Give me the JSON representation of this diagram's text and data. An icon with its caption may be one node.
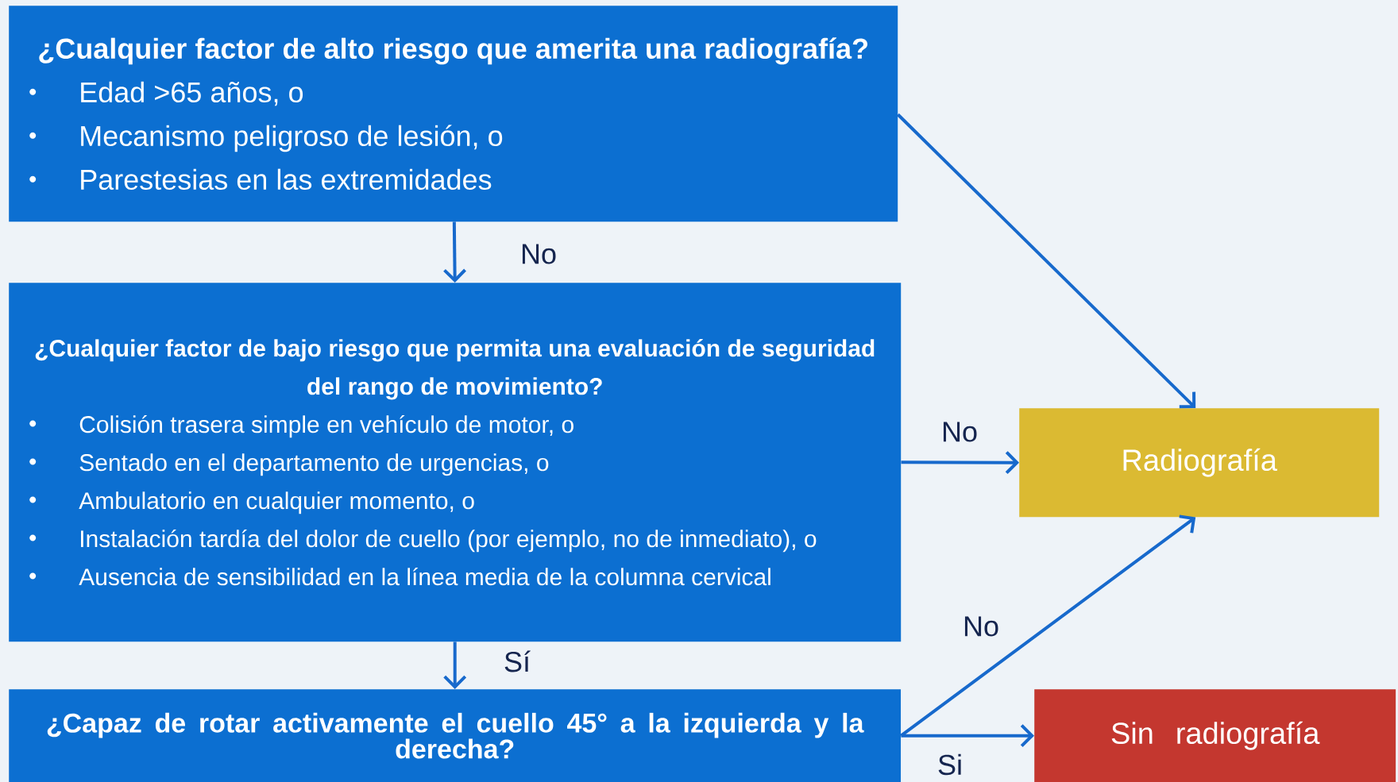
{
  "diagram": {
    "nodes": [
      {
        "text": [
          "¿Cualquier factor de alto riesgo que amerita una radiografía?",
          "Edad >65 años, o",
          "Mecanismo peligroso de lesión, o",
          "Parestesias en las extremidades"
        ]
      },
      {
        "text": [
          "¿Cualquier factor de bajo riesgo que permita una evaluación de seguridad del rango de movimiento?",
          "Colisión trasera simple en vehículo de motor, o",
          "Sentado en el departamento de urgencias, o",
          "Ambulatorio en cualquier momento, o",
          "Instalación tardía del dolor de cuello (por ejemplo, no de inmediato), o",
          "Ausencia de sensibilidad en la línea media de la columna cervical"
        ]
      },
      {
        "text": [
          "¿Capaz de rotar activamente el cuello 45° a la izquierda y la derecha?"
        ]
      },
      {
        "text": [
          "Radiografía"
        ]
      },
      {
        "text": [
          "Sin radiografía"
        ]
      }
    ],
    "edges": [
      {
        "from": 0,
        "to": 1,
        "arrow": "to",
        "label": "No"
      },
      {
        "from": 0,
        "to": 3,
        "arrow": "to"
      },
      {
        "from": 1,
        "to": 3,
        "arrow": "to",
        "label": "No"
      },
      {
        "from": 1,
        "to": 2,
        "arrow": "to",
        "label": "Sí"
      },
      {
        "from": 2,
        "to": 3,
        "arrow": "to",
        "label": "No"
      },
      {
        "from": 2,
        "to": 4,
        "arrow": "to",
        "label": "Si"
      }
    ]
  }
}
